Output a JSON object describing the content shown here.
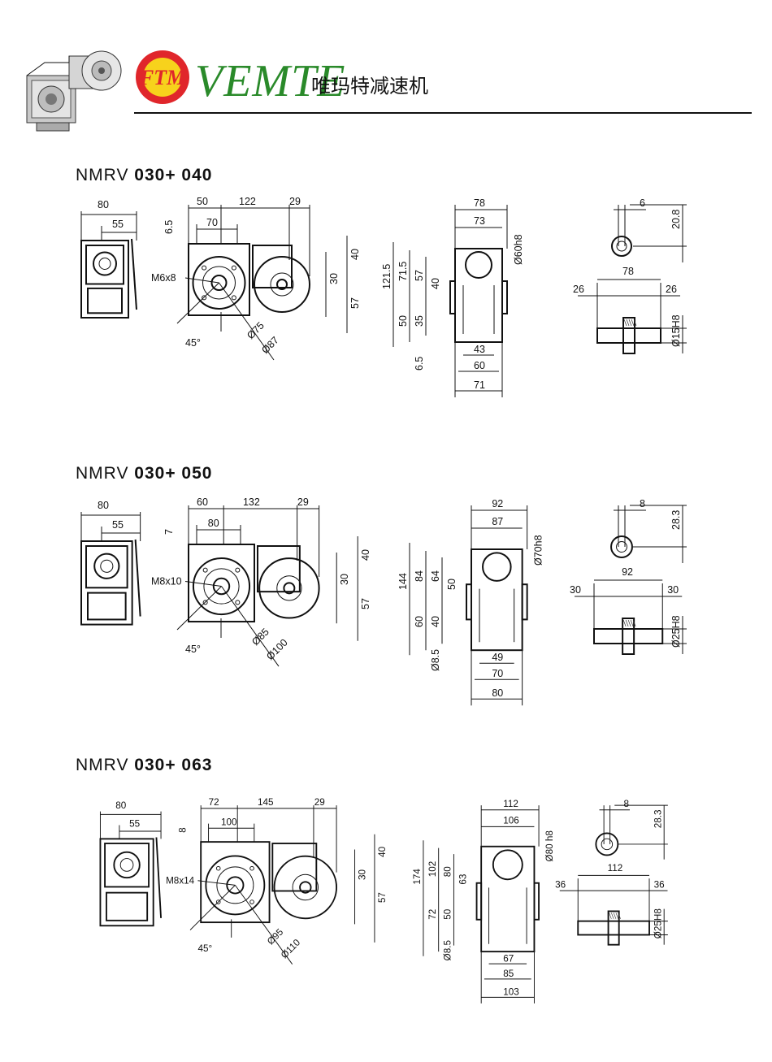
{
  "brand": {
    "logo_text": "FTM",
    "name": "VEMTE",
    "name_cn": "唯玛特减速机",
    "colors": {
      "logo_red": "#e0262b",
      "logo_yellow": "#f7d21c",
      "name_green": "#2a8a2a"
    }
  },
  "sections": [
    {
      "prefix": "NMRV ",
      "code": "030+ 040",
      "front": {
        "w": "80",
        "w2": "55"
      },
      "side": {
        "a": "50",
        "b": "122",
        "c": "29",
        "d": "70",
        "e": "6.5",
        "thread": "M6x8",
        "angle": "45°",
        "dia1": "Ø75",
        "dia2": "Ø87",
        "h1": "40",
        "h2": "30",
        "h3": "57"
      },
      "end": {
        "w1": "78",
        "w2": "73",
        "dia": "Ø60h8",
        "v1": "121.5",
        "v2": "71.5",
        "v3": "57",
        "v4": "40",
        "v5": "50",
        "v6": "35",
        "v7": "6.5",
        "b1": "43",
        "b2": "60",
        "b3": "71"
      },
      "shaft": {
        "key": "6",
        "kh": "20.8",
        "len": "78",
        "l1": "26",
        "l2": "26",
        "dia": "Ø15H8"
      }
    },
    {
      "prefix": "NMRV ",
      "code": "030+ 050",
      "front": {
        "w": "80",
        "w2": "55"
      },
      "side": {
        "a": "60",
        "b": "132",
        "c": "29",
        "d": "80",
        "e": "7",
        "thread": "M8x10",
        "angle": "45°",
        "dia1": "Ø85",
        "dia2": "Ø100",
        "h1": "40",
        "h2": "30",
        "h3": "57"
      },
      "end": {
        "w1": "92",
        "w2": "87",
        "dia": "Ø70h8",
        "v1": "144",
        "v2": "84",
        "v3": "64",
        "v4": "50",
        "v5": "60",
        "v6": "40",
        "v7": "Ø8.5",
        "b1": "49",
        "b2": "70",
        "b3": "80"
      },
      "shaft": {
        "key": "8",
        "kh": "28.3",
        "len": "92",
        "l1": "30",
        "l2": "30",
        "dia": "Ø25H8"
      }
    },
    {
      "prefix": "NMRV ",
      "code": "030+ 063",
      "front": {
        "w": "80",
        "w2": "55"
      },
      "side": {
        "a": "72",
        "b": "145",
        "c": "29",
        "d": "100",
        "e": "8",
        "thread": "M8x14",
        "angle": "45°",
        "dia1": "Ø95",
        "dia2": "Ø110",
        "h1": "40",
        "h2": "30",
        "h3": "57"
      },
      "end": {
        "w1": "112",
        "w2": "106",
        "dia": "Ø80 h8",
        "v1": "174",
        "v2": "102",
        "v3": "80",
        "v4": "63",
        "v5": "72",
        "v6": "50",
        "v7": "Ø8.5",
        "b1": "67",
        "b2": "85",
        "b3": "103"
      },
      "shaft": {
        "key": "8",
        "kh": "28.3",
        "len": "112",
        "l1": "36",
        "l2": "36",
        "dia": "Ø25H8"
      }
    }
  ]
}
